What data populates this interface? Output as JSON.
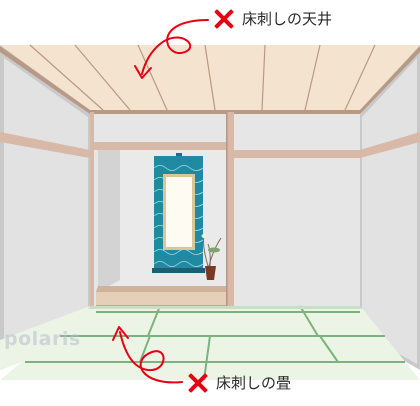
{
  "annotations": {
    "ceiling": {
      "text": "床刺しの天井",
      "icon": "x-mark-icon",
      "color": "#e60012"
    },
    "tatami": {
      "text": "床刺しの畳",
      "icon": "x-mark-icon",
      "color": "#e60012"
    }
  },
  "watermark": "polaris",
  "colors": {
    "ceiling": "#f4e3cf",
    "ceiling_lines": "#b89a84",
    "wall": "#e6e6e6",
    "side_wall": "#c9c9c9",
    "wood_trim": "#d8b8a6",
    "tatami": "#ecf4e6",
    "tatami_edge": "#7bb380",
    "scroll_border": "#1f8aa2",
    "scroll_paper": "#fdfbf2",
    "arrow": "#e60012"
  }
}
